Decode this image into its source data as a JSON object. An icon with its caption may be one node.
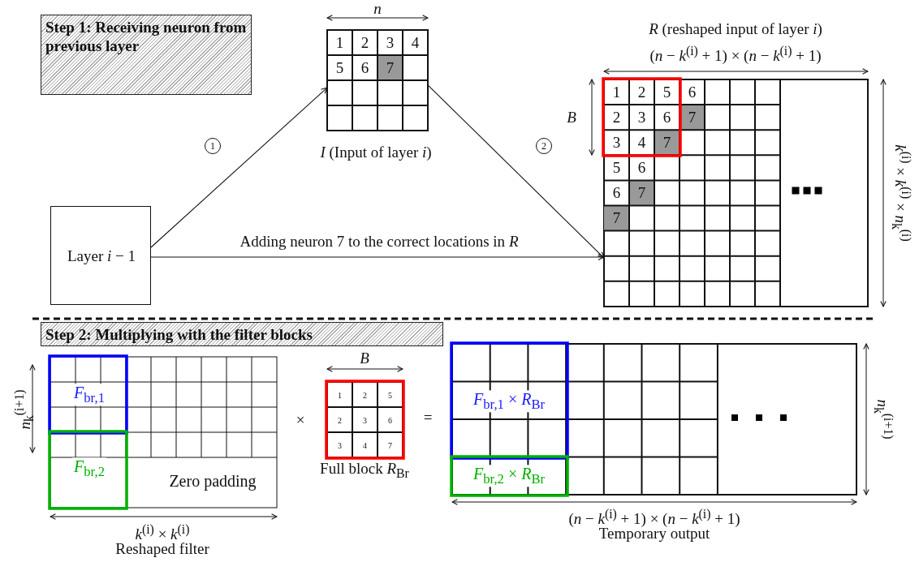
{
  "diagram": {
    "nodes": [
      {
        "text": [
          "Step 1: Receiving neuron from previous layer"
        ]
      },
      {
        "text": [
          "1",
          "2",
          "3",
          "4",
          "5",
          "6",
          "7"
        ],
        "beside": [
          "*I* (Input of layer *i*)"
        ]
      },
      {
        "text": [
          "1",
          "2",
          "5",
          "6",
          "2",
          "3",
          "6",
          "7",
          "3",
          "4",
          "7",
          "5",
          "6",
          "6",
          "7",
          "7"
        ],
        "beside": [
          "*R* (reshaped input of layer *i*)"
        ]
      },
      {
        "text": [
          "Layer *i* − 1"
        ]
      },
      {
        "text": [
          "Step 2: Multiplying with the filter blocks"
        ]
      },
      {
        "text": [
          "*F*$_{br,1}$",
          "*F*$_{br,2}$",
          "Zero padding"
        ],
        "beside": [
          "*k*$^{(i)}$ × *k*$^{(i)}$",
          "Reshaped filter"
        ]
      },
      {
        "text": [
          "1",
          "2",
          "5",
          "2",
          "3",
          "6",
          "3",
          "4",
          "7"
        ],
        "beside": [
          "Full block *R*$_{Br}$"
        ]
      },
      {
        "text": [
          "*F*$_{br,1}$ × *R*$_{Br}$",
          "*F*$_{br,2}$ × *R*$_{Br}$"
        ],
        "beside": [
          "(*n* − *k*$^{(i)}$ + 1) × (*n* − *k*$^{(i)}$ + 1)",
          "Temporary output"
        ]
      }
    ],
    "edges": [
      {
        "from": 3,
        "to": 1,
        "arrow": "to",
        "label": "1"
      },
      {
        "from": 1,
        "to": 2,
        "arrow": "to",
        "label": "2"
      },
      {
        "from": 3,
        "to": 2,
        "arrow": "to",
        "label": "Adding neuron 7 to the correct locations in *R*"
      }
    ],
    "labels": [
      "*n*",
      "(*n* − *k*$^{(i)}$ + 1) × (*n* − *k*$^{(i)}$ + 1)",
      "*B*",
      "*k*$^{(i)}$ × *k*$^{(i)}$ × *n*$_{k}$$^{(i)}$",
      "*n*$_{k}$$^{(i+1)}$",
      "×",
      "*B*",
      "=",
      "*n*$_{k}$$^{(i+1)}$"
    ]
  }
}
